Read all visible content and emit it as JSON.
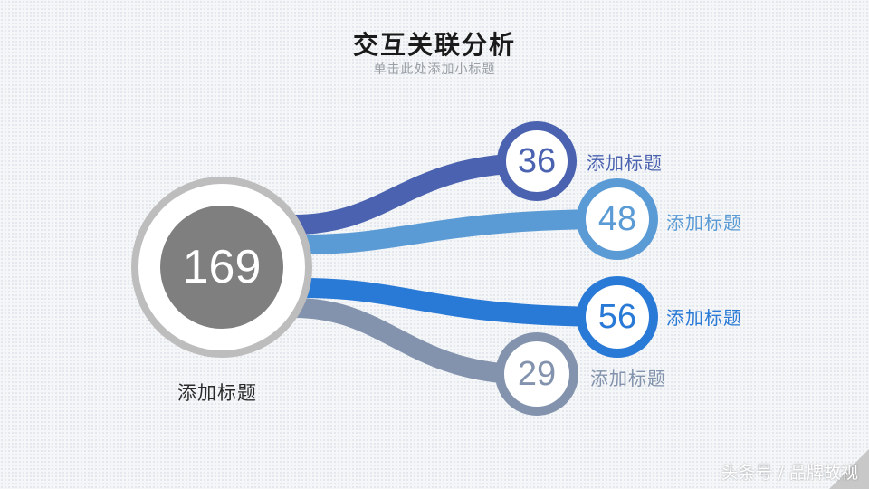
{
  "header": {
    "title": "交互关联分析",
    "subtitle": "单击此处添加小标题"
  },
  "center": {
    "value": "169",
    "label": "添加标题",
    "ring_color": "#bdbdbd",
    "fill_color": "#7f7f7f"
  },
  "nodes": [
    {
      "value": "36",
      "label": "添加标题",
      "color": "#4a62b0"
    },
    {
      "value": "48",
      "label": "添加标题",
      "color": "#5b9bd5"
    },
    {
      "value": "56",
      "label": "添加标题",
      "color": "#2979d6"
    },
    {
      "value": "29",
      "label": "添加标题",
      "color": "#8393ad"
    }
  ],
  "footer": {
    "watermark": "头条号 / 品牌故视"
  }
}
